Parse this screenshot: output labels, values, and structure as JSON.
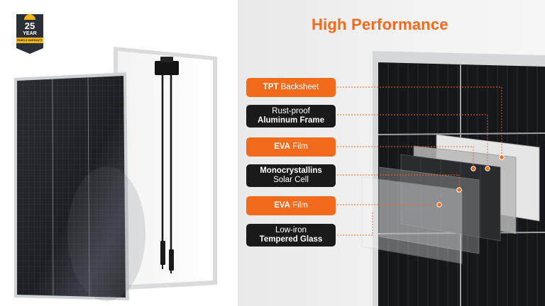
{
  "badge": {
    "number": "25",
    "unit": "YEAR",
    "caption": "PANELS WARRANTY"
  },
  "title": "High Performance",
  "layers": [
    {
      "strong": "TPT",
      "rest": " Backsheet",
      "style": "orange"
    },
    {
      "line1": "Rust-proof",
      "line2": "Aluminum Frame",
      "style": "dark"
    },
    {
      "strong": "EVA",
      "rest": " Film",
      "style": "orange"
    },
    {
      "line1": "Monocrystallins",
      "line2": "Solar Cell",
      "style": "dark"
    },
    {
      "strong": "EVA",
      "rest": " Film",
      "style": "orange"
    },
    {
      "line1": "Low-iron",
      "line2": "Tempered Glass",
      "style": "dark"
    }
  ],
  "colors": {
    "accent": "#f26a1b",
    "dark_label": "#1a1a1a",
    "panel_cell": "#1c1e22",
    "frame": "#d8dadc"
  }
}
